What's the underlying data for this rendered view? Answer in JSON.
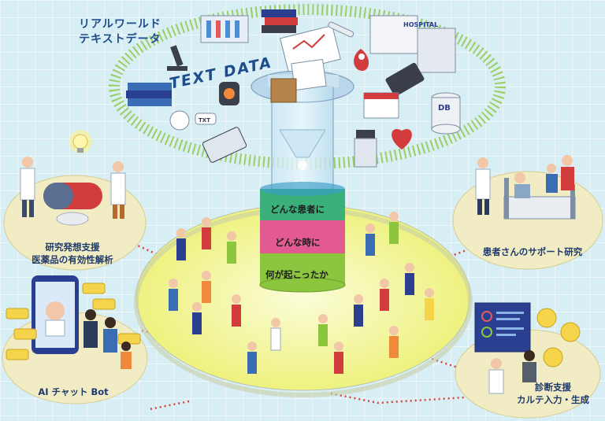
{
  "header": {
    "title_line1": "リアルワールド",
    "title_line2": "テキストデータ"
  },
  "center": {
    "banner": "TEXT DATA",
    "band1": "どんな患者に",
    "band2": "どんな時に",
    "band3": "何が起こったか"
  },
  "icons": {
    "hospital": "HOSPITAL",
    "db": "DB",
    "txt": "TXT"
  },
  "use_cases": {
    "drug_line1": "研究発想支援",
    "drug_line2": "医薬品の有効性解析",
    "patient_support": "患者さんのサポート研究",
    "chatbot": "AI チャット Bot",
    "diag_line1": "診断支援",
    "diag_line2": "カルテ入力・生成"
  },
  "colors": {
    "band1": "#3bb07b",
    "band2": "#e25a8f",
    "band3": "#8cc63f",
    "title": "#1e4d8c",
    "platform": "#f4f5b8",
    "connector": "#d9413b"
  }
}
